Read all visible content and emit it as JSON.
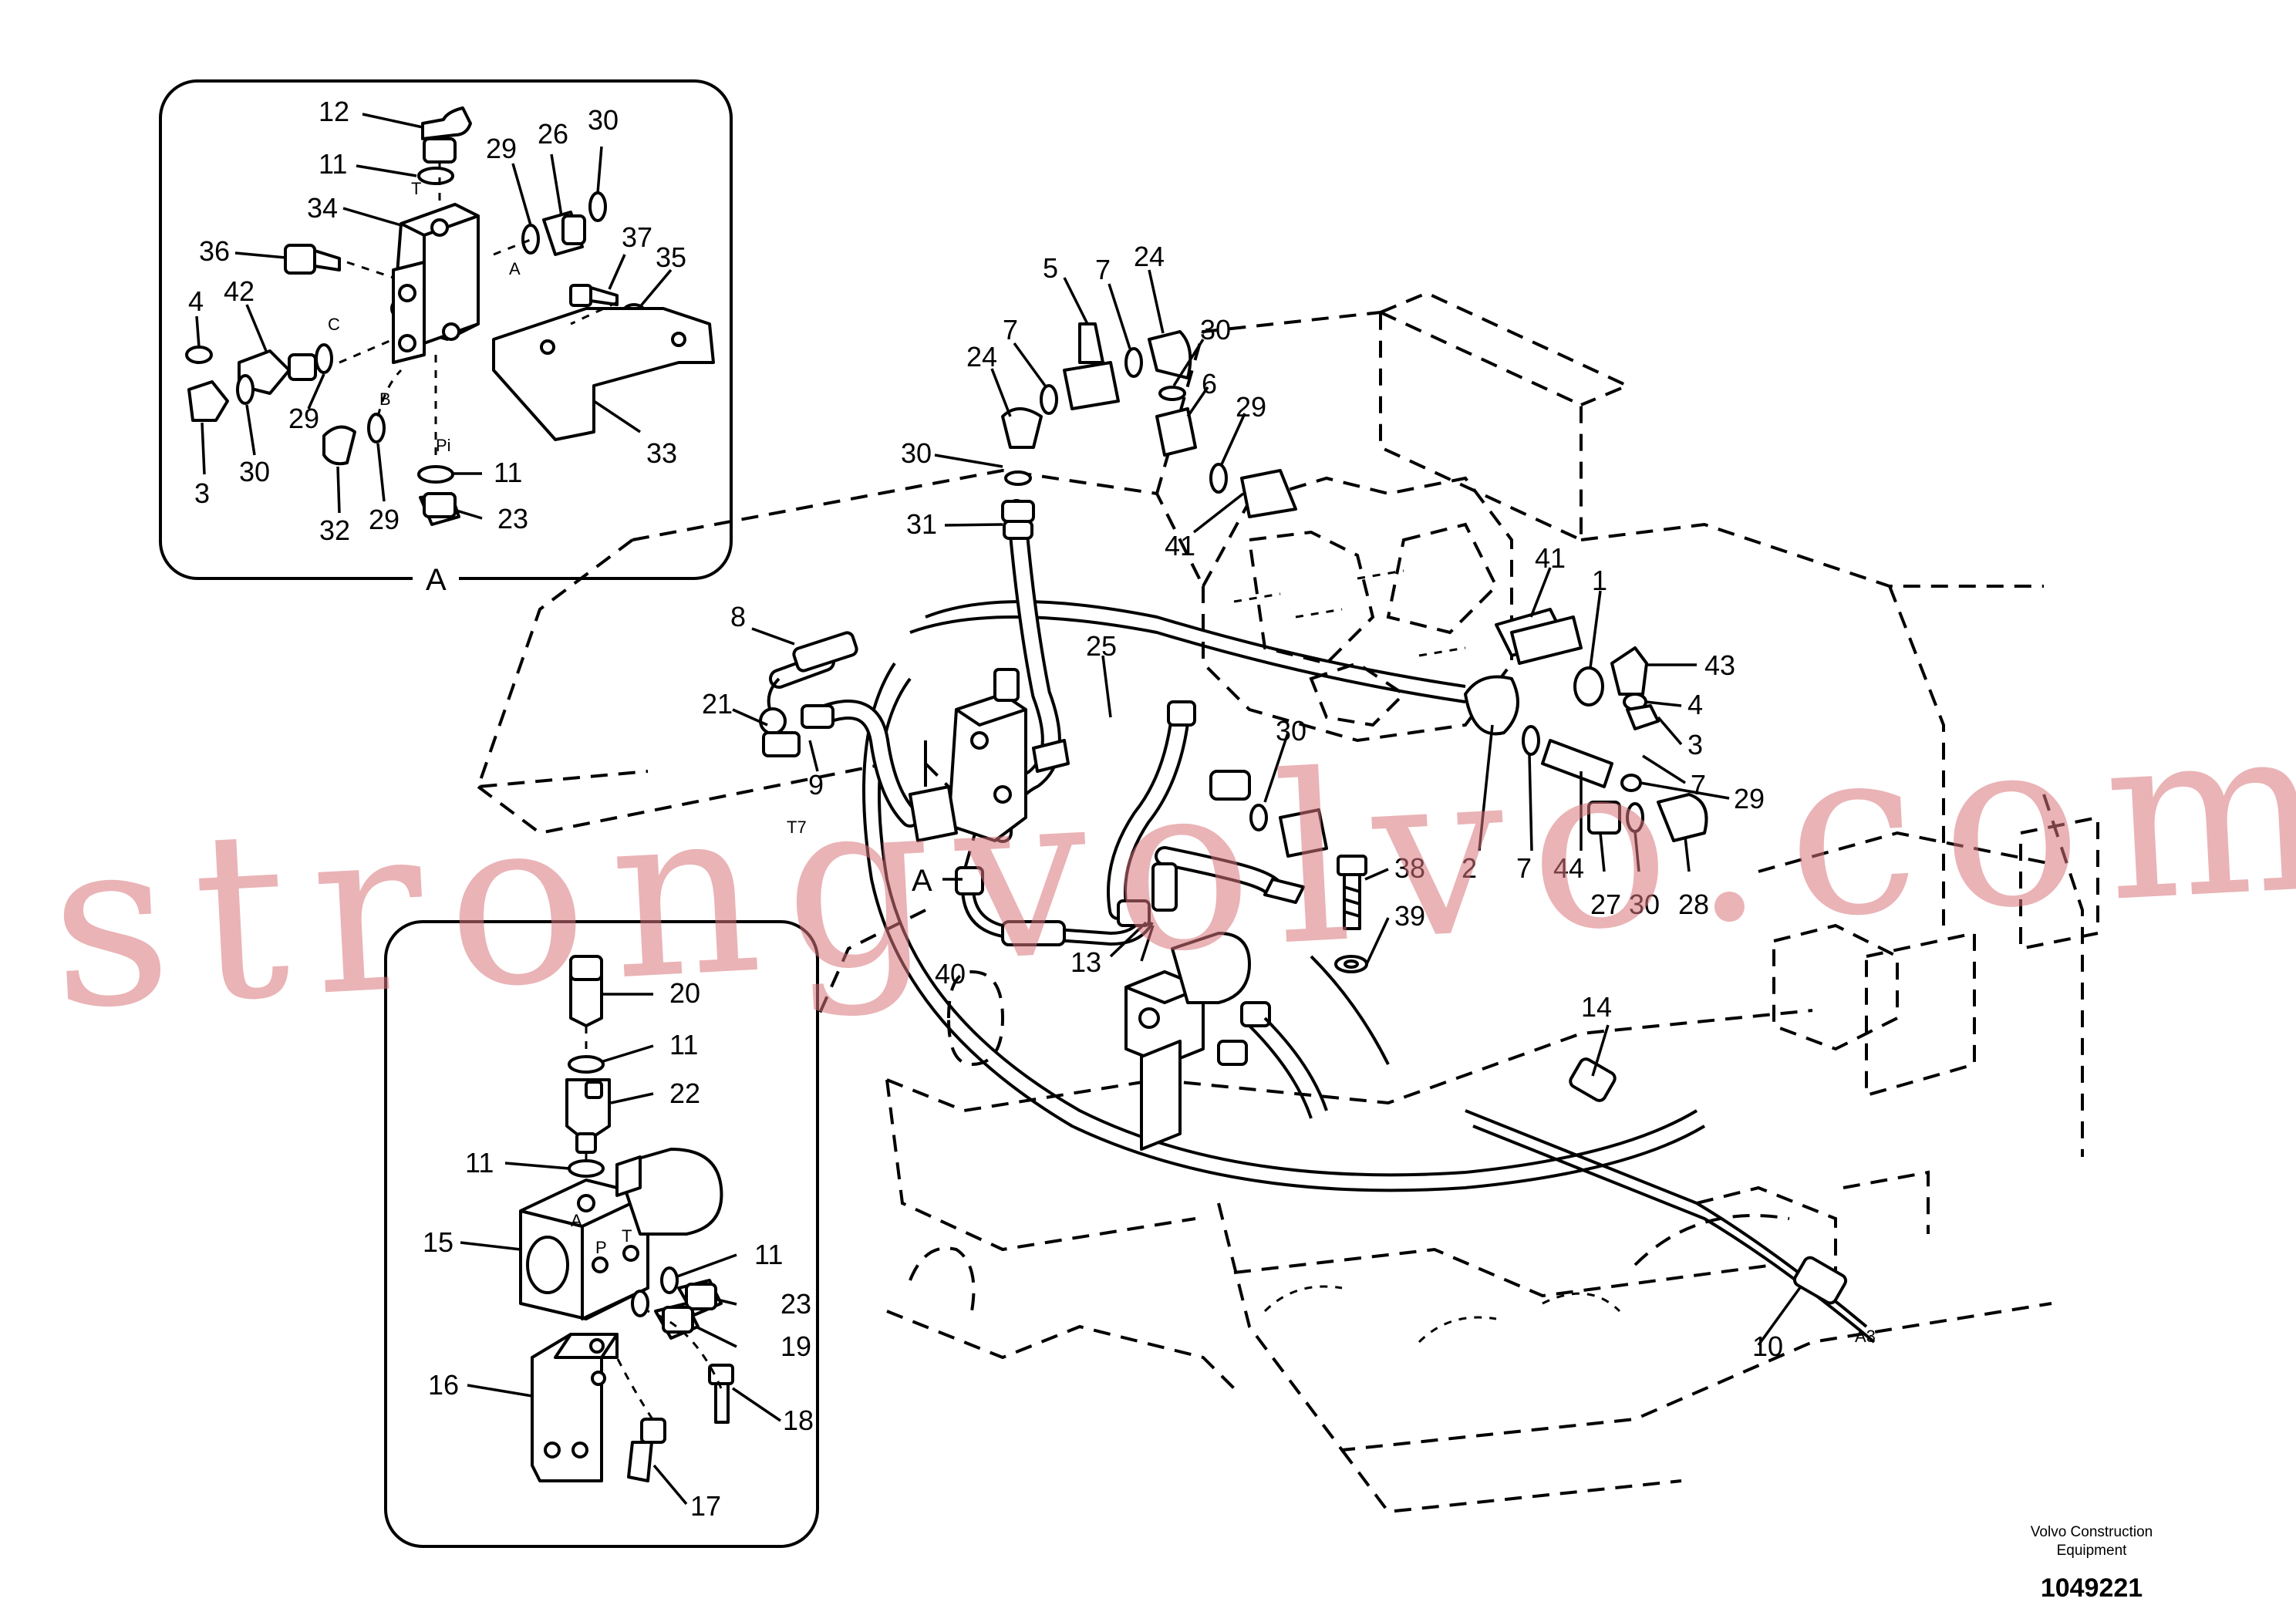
{
  "detail_a": {
    "view_label": "A",
    "callouts": [
      "12",
      "11",
      "34",
      "29",
      "26",
      "30",
      "36",
      "37",
      "35",
      "4",
      "42",
      "29",
      "3",
      "30",
      "32",
      "29",
      "33",
      "11",
      "23"
    ],
    "port_labels": [
      "T",
      "A",
      "C",
      "B",
      "Pi"
    ]
  },
  "detail_b": {
    "callouts": [
      "20",
      "11",
      "22",
      "11",
      "15",
      "11",
      "23",
      "19",
      "16",
      "18",
      "17"
    ],
    "port_labels": [
      "A",
      "P",
      "T"
    ]
  },
  "main_callouts": [
    "5",
    "7",
    "24",
    "24",
    "7",
    "30",
    "6",
    "29",
    "30",
    "31",
    "41",
    "8",
    "25",
    "21",
    "9",
    "30",
    "41",
    "1",
    "43",
    "4",
    "3",
    "7",
    "29",
    "2",
    "7",
    "44",
    "27",
    "30",
    "28",
    "38",
    "39",
    "A",
    "40",
    "13",
    "14",
    "10",
    "A3",
    "T7"
  ],
  "watermark": "strongvolvo.com",
  "footer": {
    "company": "Volvo Construction",
    "company_line2": "Equipment",
    "doc_number": "1049221"
  }
}
